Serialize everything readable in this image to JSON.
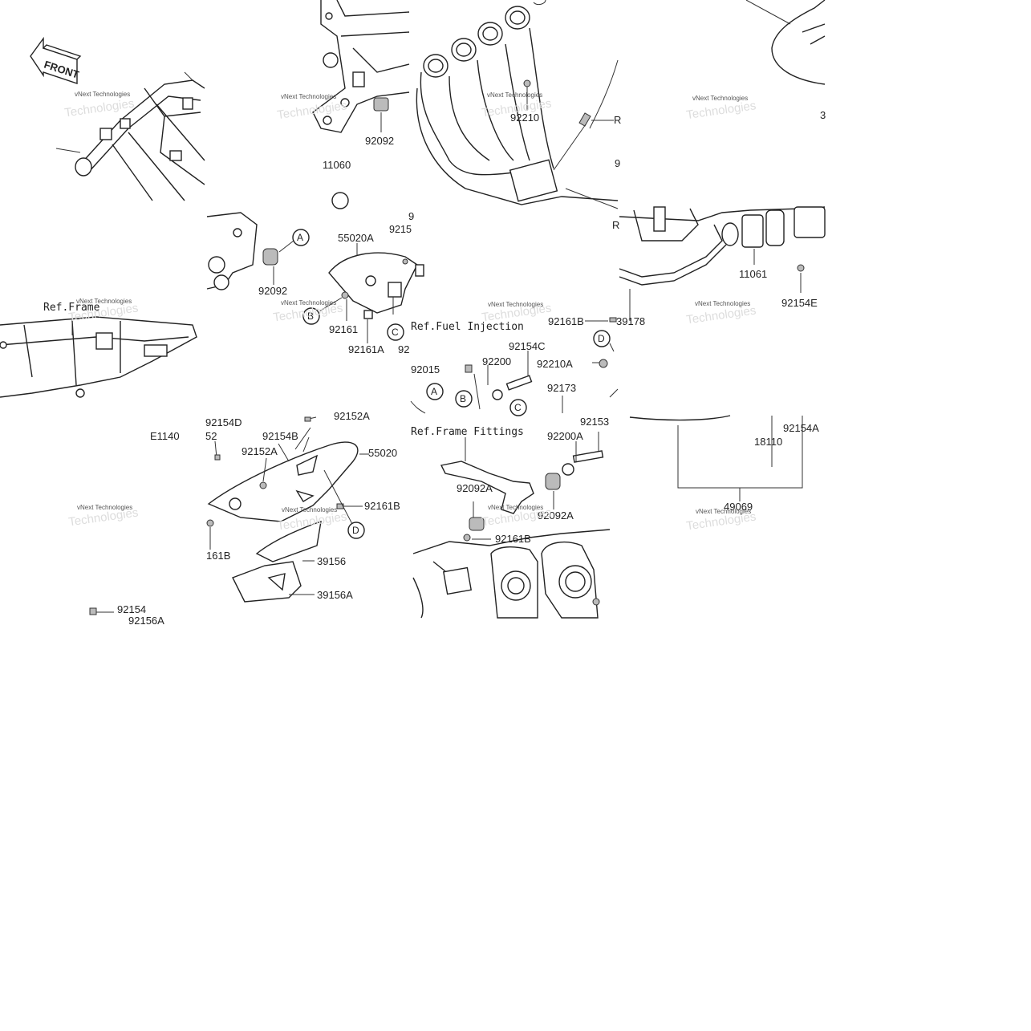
{
  "diagram": {
    "front_label": "FRONT",
    "section_code": "E1140",
    "watermark": "vNext Technologies",
    "references": [
      "Ref.Frame",
      "Ref.Fuel Injection",
      "Ref.Frame Fittings"
    ],
    "callouts": [
      "A",
      "B",
      "C",
      "D"
    ],
    "part_numbers": [
      "92092",
      "92092",
      "11060",
      "92210",
      "55020A",
      "92161",
      "92161A",
      "92161B",
      "39178",
      "11061",
      "92154E",
      "92015",
      "92200",
      "92154C",
      "92210A",
      "92173",
      "92153",
      "92200A",
      "92092A",
      "92092A",
      "92161B",
      "92154A",
      "18110",
      "49069",
      "92154D",
      "92154B",
      "92152A",
      "92152A",
      "55020",
      "92161B",
      "39156",
      "39156A",
      "92154"
    ],
    "partial_labels": [
      "9215",
      "92",
      "9",
      "R",
      "9",
      "R",
      "3",
      "52",
      "161B",
      "92156A"
    ]
  }
}
